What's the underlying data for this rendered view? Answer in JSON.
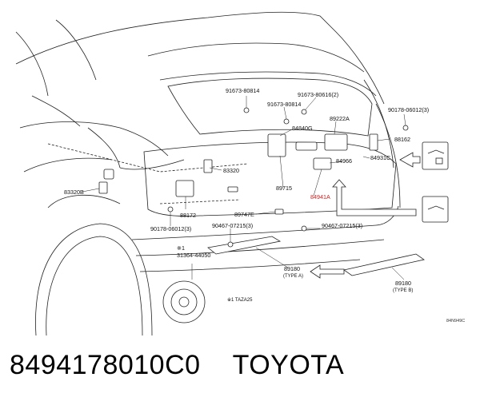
{
  "parts": [
    {
      "id": "p1",
      "label": "91673-80814"
    },
    {
      "id": "p2",
      "label": "91673-80814"
    },
    {
      "id": "p3",
      "label": "91673-80616(2)"
    },
    {
      "id": "p4",
      "label": "90178-06012(3)"
    },
    {
      "id": "p5",
      "label": "84840G"
    },
    {
      "id": "p6",
      "label": "89222A"
    },
    {
      "id": "p7",
      "label": "88162"
    },
    {
      "id": "p8",
      "label": "84966"
    },
    {
      "id": "p9",
      "label": "84931C"
    },
    {
      "id": "p10",
      "label": "83320"
    },
    {
      "id": "p11",
      "label": "83320B"
    },
    {
      "id": "p12",
      "label": "89715"
    },
    {
      "id": "p13",
      "label": "84941A"
    },
    {
      "id": "p14",
      "label": "88172"
    },
    {
      "id": "p15",
      "label": "89747E"
    },
    {
      "id": "p16",
      "label": "90178-06012(3)"
    },
    {
      "id": "p17",
      "label": "90467-07215(3)"
    },
    {
      "id": "p18",
      "label": "90467-07215(3)"
    },
    {
      "id": "p19",
      "label": "※1"
    },
    {
      "id": "p20",
      "label": "31364-44050"
    },
    {
      "id": "p21",
      "label": "89180"
    },
    {
      "id": "p22",
      "label": "(TYPE A)"
    },
    {
      "id": "p23",
      "label": "89180"
    },
    {
      "id": "p24",
      "label": "(TYPE B)"
    },
    {
      "id": "p25",
      "label": "※1  TAZA25"
    },
    {
      "id": "p26",
      "label": "84N949C"
    }
  ],
  "highlight_part": "84941A",
  "colors": {
    "highlight": "#d41c1c",
    "line": "#222222"
  },
  "caption": {
    "part_number": "8494178010C0",
    "brand": "TOYOTA"
  }
}
